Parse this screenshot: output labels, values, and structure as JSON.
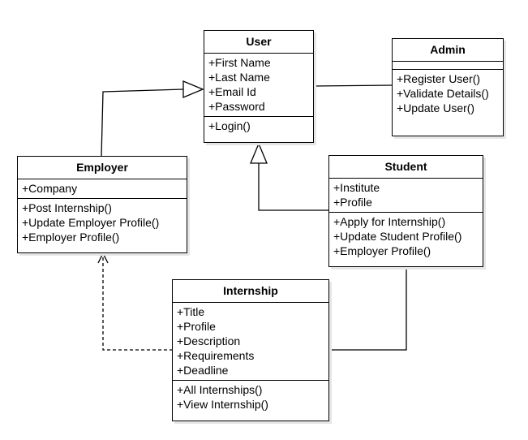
{
  "classes": {
    "user": {
      "title": "User",
      "attributes": [
        "+First Name",
        "+Last Name",
        "+Email Id",
        "+Password"
      ],
      "methods": [
        "+Login()"
      ]
    },
    "admin": {
      "title": "Admin",
      "attributes": [],
      "methods": [
        "+Register User()",
        "+Validate Details()",
        "+Update User()"
      ]
    },
    "employer": {
      "title": "Employer",
      "attributes": [
        "+Company"
      ],
      "methods": [
        "+Post Internship()",
        "+Update Employer Profile()",
        "+Employer Profile()"
      ]
    },
    "student": {
      "title": "Student",
      "attributes": [
        "+Institute",
        "+Profile"
      ],
      "methods": [
        "+Apply for Internship()",
        "+Update Student Profile()",
        "+Employer Profile()"
      ]
    },
    "internship": {
      "title": "Internship",
      "attributes": [
        "+Title",
        "+Profile",
        "+Description",
        "+Requirements",
        "+Deadline"
      ],
      "methods": [
        "+All Internships()",
        "+View Internship()"
      ]
    }
  },
  "relations": [
    {
      "from": "employer",
      "to": "user",
      "kind": "generalization"
    },
    {
      "from": "student",
      "to": "user",
      "kind": "generalization"
    },
    {
      "from": "user",
      "to": "admin",
      "kind": "association"
    },
    {
      "from": "internship",
      "to": "student",
      "kind": "association"
    },
    {
      "from": "internship",
      "to": "employer",
      "kind": "dependency"
    }
  ],
  "colors": {
    "line": "#000000",
    "shadow": "#e6e6e6",
    "background": "#ffffff"
  }
}
